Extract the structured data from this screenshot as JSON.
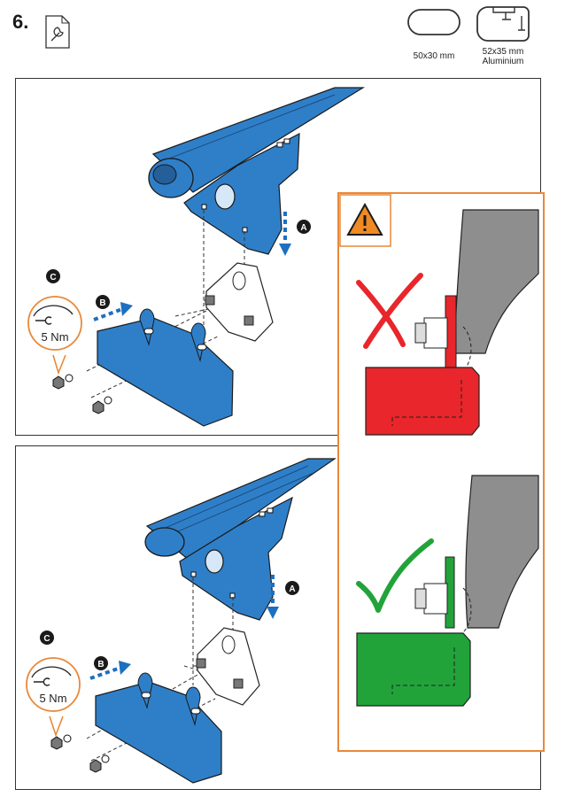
{
  "header": {
    "step_number": "6.",
    "doc_icon": "wrench-document-icon"
  },
  "bar_profiles": [
    {
      "label_line1": "50x30 mm",
      "label_line2": "",
      "icon": "oval-bar-profile-icon"
    },
    {
      "label_line1": "52x35 mm",
      "label_line2": "Aluminium",
      "icon": "aluminium-bar-profile-icon"
    }
  ],
  "steps": {
    "top": {
      "a": "A",
      "b": "B",
      "c": "C",
      "torque": "5 Nm"
    },
    "bottom": {
      "a": "A",
      "b": "B",
      "c": "C",
      "torque": "5 Nm"
    }
  },
  "warning_panel": {
    "icon": "warning-triangle-icon",
    "wrong_icon": "cross-mark-icon",
    "right_icon": "check-mark-icon",
    "colors": {
      "border": "#e8893a",
      "wrong": "#e8262b",
      "right": "#22a33a",
      "warning_fill": "#f08a24"
    }
  },
  "colors": {
    "part_blue": "#2f7fc8",
    "arrow_blue": "#1d6fc0",
    "badge": "#1a1a1a",
    "torque_ring": "#e8893a"
  }
}
